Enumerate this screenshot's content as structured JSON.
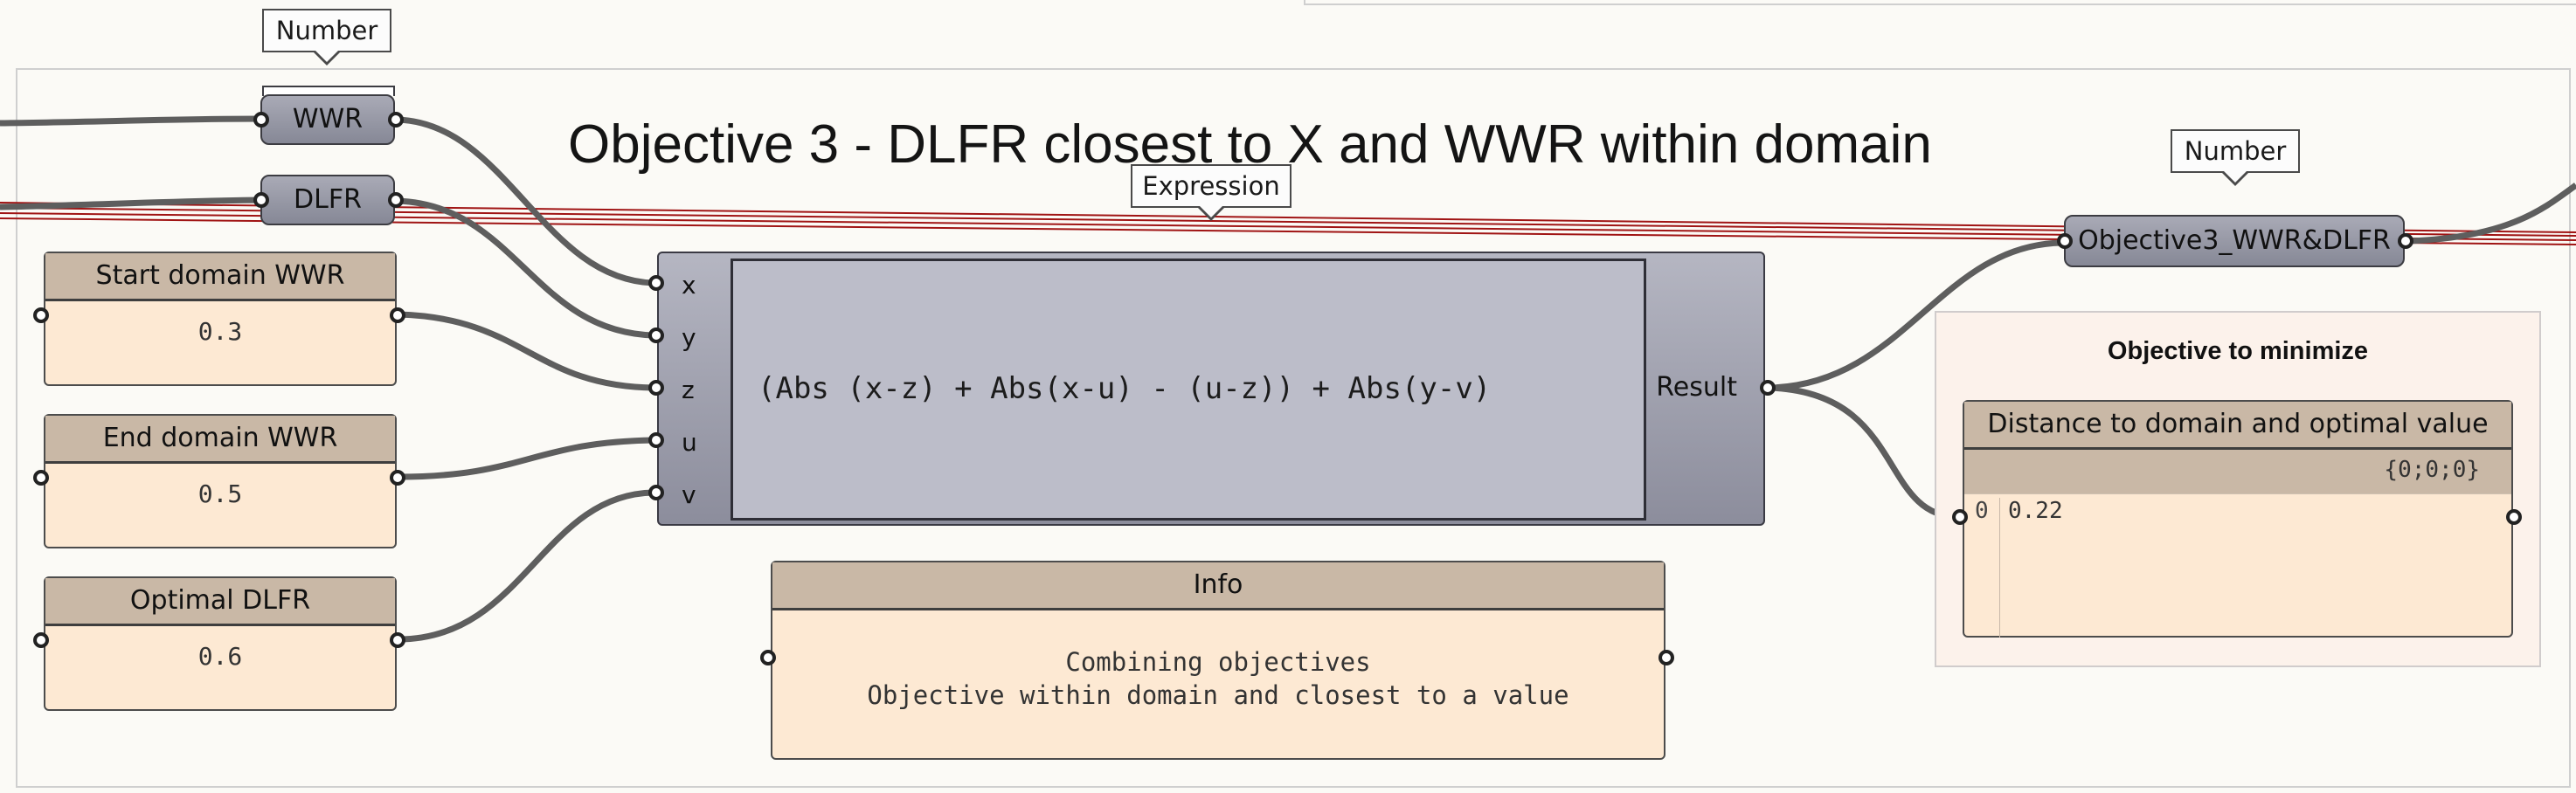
{
  "group": {
    "title": "Objective 3 - DLFR closest to X and WWR within domain"
  },
  "tags": {
    "number_top": "Number",
    "expression": "Expression",
    "number_right": "Number"
  },
  "params": {
    "wwr": "WWR",
    "dlfr": "DLFR",
    "objective_out": "Objective3_WWR&DLFR"
  },
  "panels": {
    "start_wwr": {
      "title": "Start domain WWR",
      "value": "0.3"
    },
    "end_wwr": {
      "title": "End domain WWR",
      "value": "0.5"
    },
    "optimal_dlfr": {
      "title": "Optimal DLFR",
      "value": "0.6"
    },
    "info": {
      "title": "Info",
      "line1": "Combining objectives",
      "line2": "Objective within domain and closest to a value"
    }
  },
  "expression": {
    "inputs": [
      "x",
      "y",
      "z",
      "u",
      "v"
    ],
    "formula": "(Abs (x-z) + Abs(x-u) - (u-z)) + Abs(y-v)",
    "output": "Result"
  },
  "objective_group": {
    "title": "Objective to minimize"
  },
  "data_panel": {
    "title": "Distance to domain and optimal value",
    "path": "{0;0;0}",
    "index": "0",
    "value": "0.22"
  },
  "colors": {
    "wire": "#5e5e5e",
    "selected_wire": "#a01414",
    "panel_bg": "#fde9d3",
    "panel_header": "#c9b8a6",
    "component": "#9fa0ae"
  }
}
